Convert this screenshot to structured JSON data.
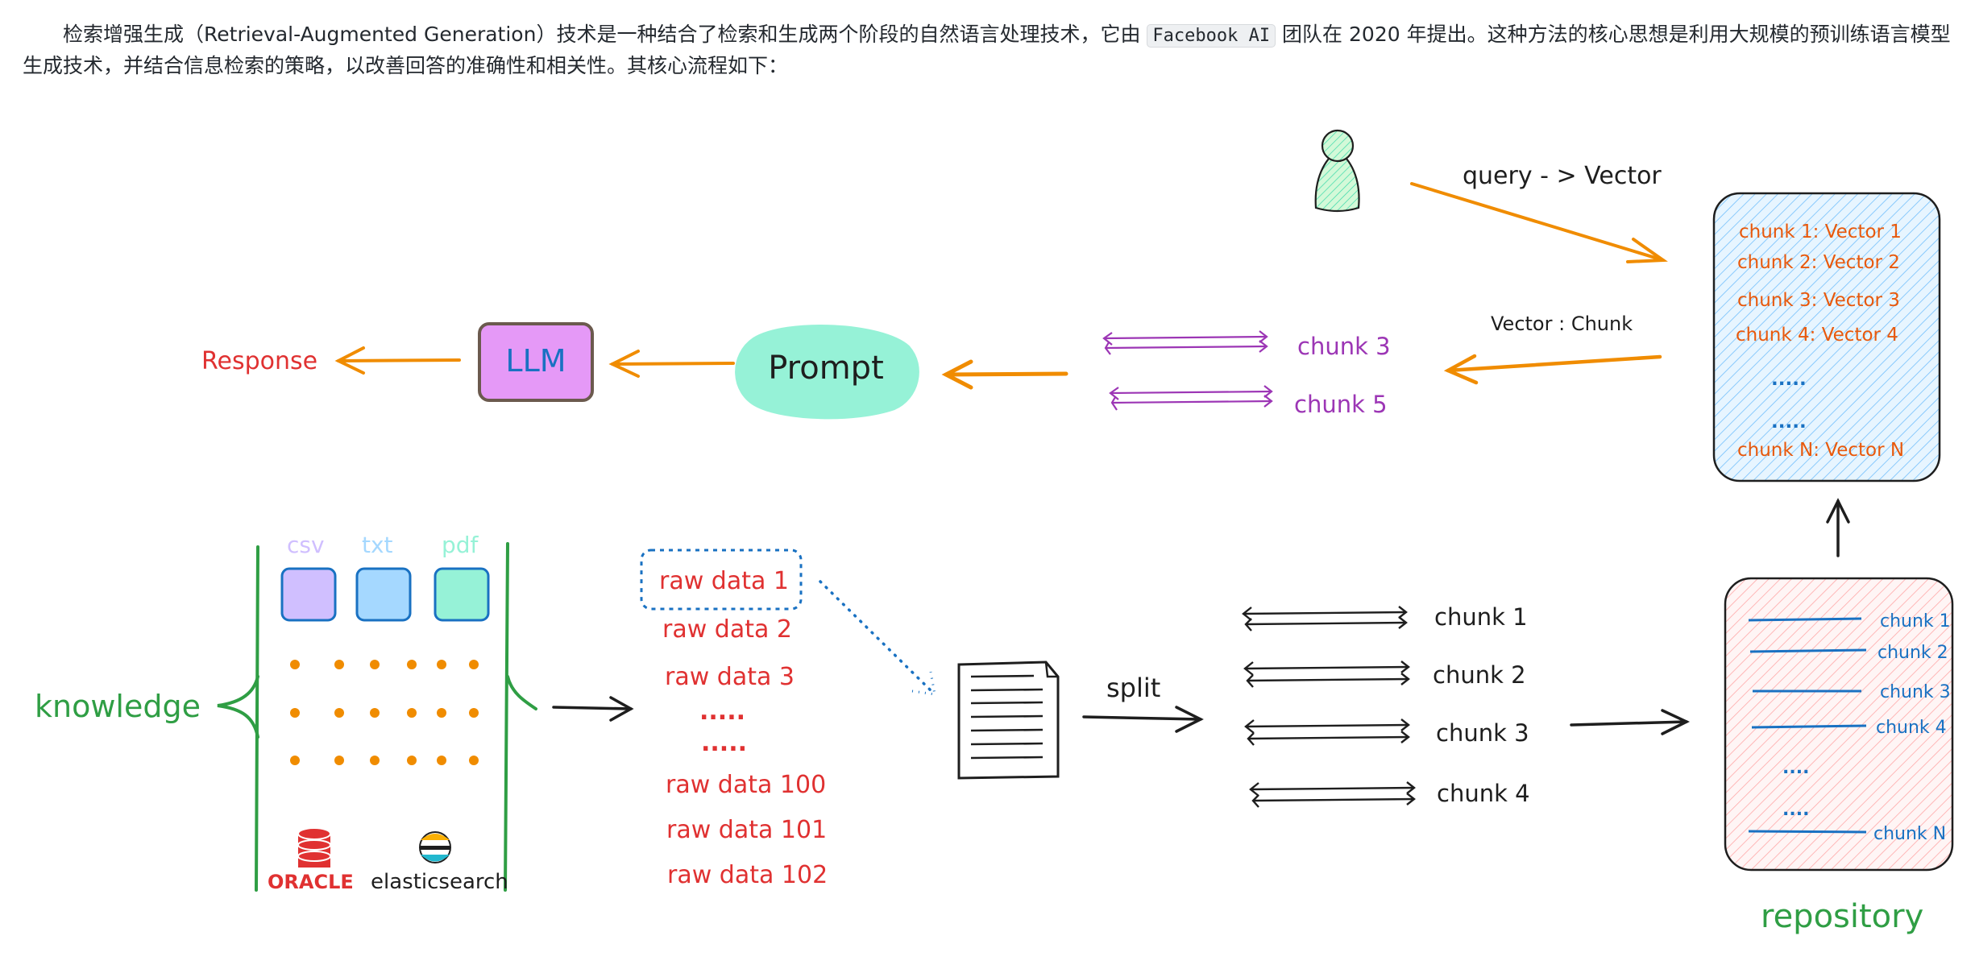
{
  "intro": {
    "indent": "　　",
    "part1": "检索增强生成（Retrieval-Augmented Generation）技术是一种结合了检索和生成两个阶段的自然语言处理技术，它由 ",
    "code": "Facebook AI",
    "part2": " 团队在 2020 年提出。这种方法的核心思想是利用大规模的预训练语言模型生成技术，并结合信息检索的策略，以改善回答的准确性和相关性。其核心流程如下："
  },
  "colors": {
    "orange": "#f08c00",
    "red": "#e03131",
    "green": "#2f9e44",
    "blue": "#1971c2",
    "purple": "#9c36b5",
    "ink": "#1e1e1e",
    "llm_fill": "#e599f7",
    "prompt_fill": "#96f2d7",
    "vector_store_fill": "#d0ebff",
    "repository_fill": "#ffe3e3",
    "csv_fill": "#d0bfff",
    "txt_fill": "#a5d8ff",
    "pdf_fill": "#96f2d7"
  },
  "labels": {
    "response": "Response",
    "llm": "LLM",
    "prompt": "Prompt",
    "query_vector": "query - > Vector",
    "vector_chunk": "Vector : Chunk",
    "knowledge": "knowledge",
    "split": "split",
    "repository": "repository",
    "oracle": "ORACLE",
    "elasticsearch": "elasticsearch"
  },
  "file_types": [
    "csv",
    "txt",
    "pdf"
  ],
  "retrieved_chunks": [
    "chunk 3",
    "chunk 5"
  ],
  "vector_store": [
    "chunk 1: Vector 1",
    "chunk 2: Vector 2",
    "chunk 3: Vector 3",
    "chunk 4: Vector 4",
    ".....",
    ".....",
    "chunk N: Vector N"
  ],
  "raw_data": [
    "raw data 1",
    "raw data 2",
    "raw data 3",
    ".....",
    ".....",
    "raw data 100",
    "raw data 101",
    "raw data 102"
  ],
  "split_chunks": [
    "chunk 1",
    "chunk 2",
    "chunk 3",
    "chunk 4"
  ],
  "repository_items": [
    "chunk 1",
    "chunk 2",
    "chunk 3",
    "chunk 4",
    "....",
    "....",
    "chunk N"
  ]
}
